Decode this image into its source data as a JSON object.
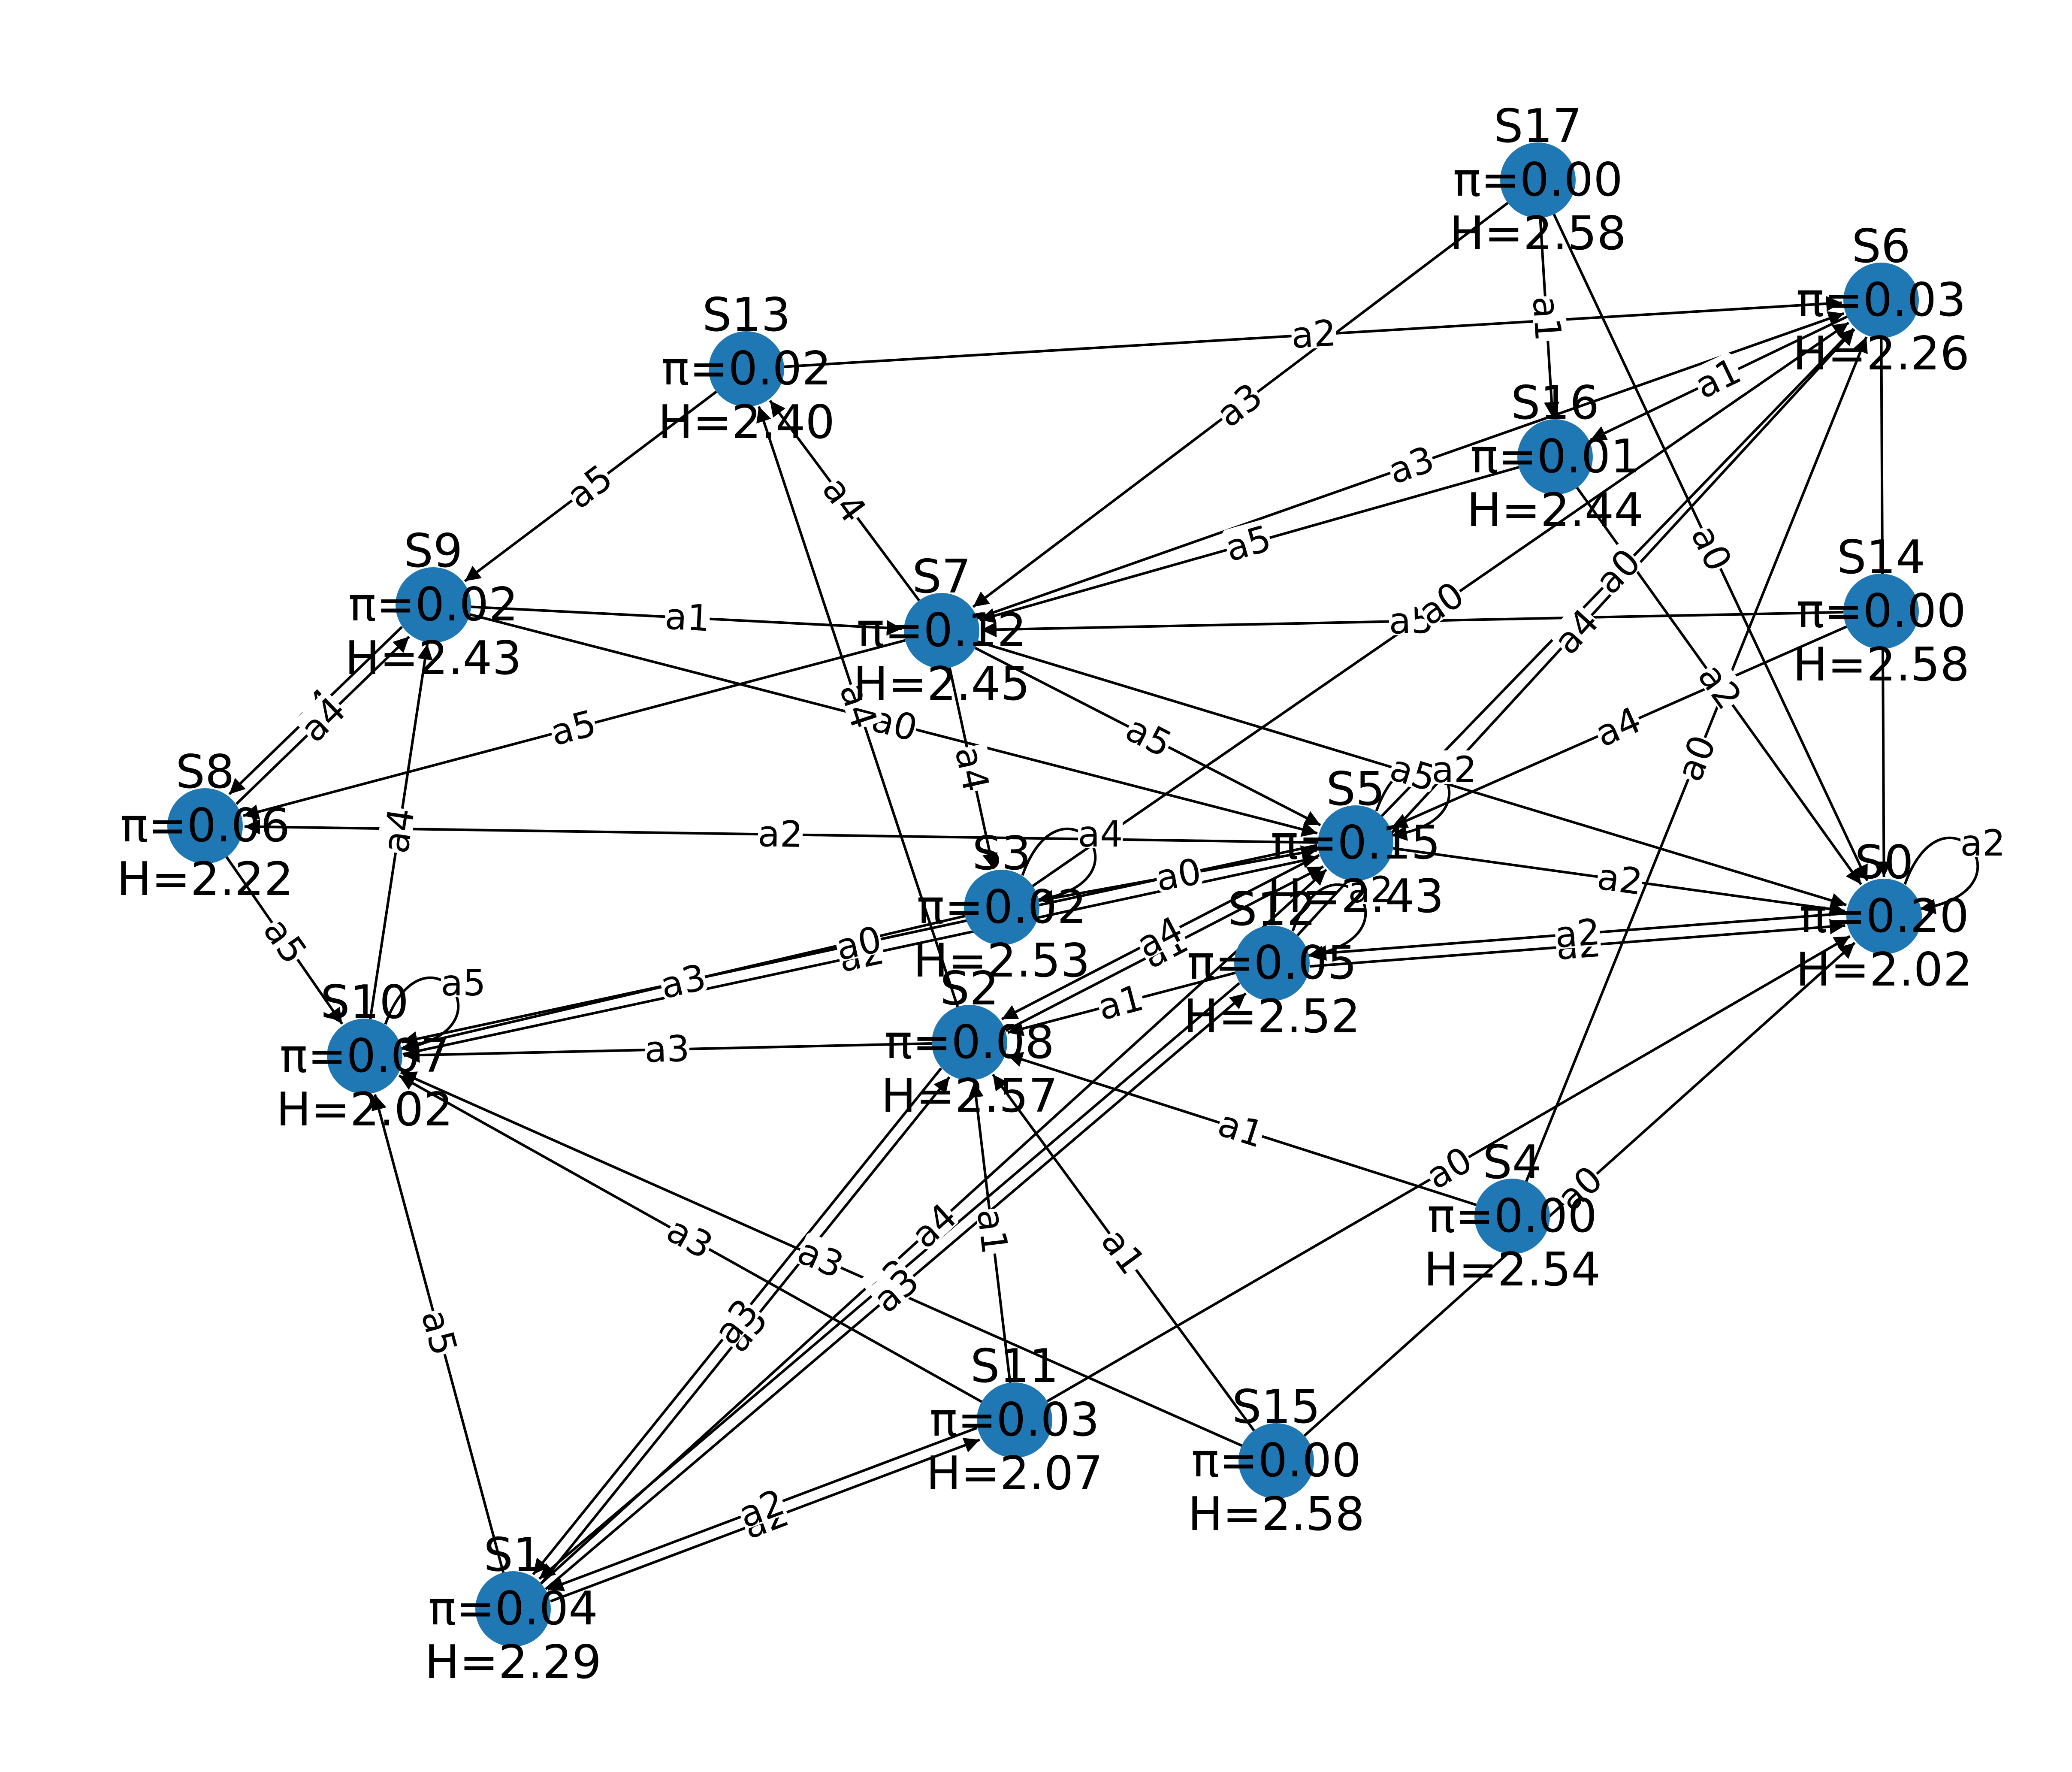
{
  "diagram": {
    "colors": {
      "node_fill": "#1f77b4",
      "edge": "#000000",
      "background": "#ffffff"
    },
    "nodes": [
      {
        "id": "S0",
        "name": "S0",
        "pi": "π=0.20",
        "h": "H=2.02"
      },
      {
        "id": "S1",
        "name": "S1",
        "pi": "π=0.04",
        "h": "H=2.29"
      },
      {
        "id": "S2",
        "name": "S2",
        "pi": "π=0.08",
        "h": "H=2.57"
      },
      {
        "id": "S3",
        "name": "S3",
        "pi": "π=0.02",
        "h": "H=2.53"
      },
      {
        "id": "S4",
        "name": "S4",
        "pi": "π=0.00",
        "h": "H=2.54"
      },
      {
        "id": "S5",
        "name": "S5",
        "pi": "π=0.15",
        "h": "H=2.43"
      },
      {
        "id": "S6",
        "name": "S6",
        "pi": "π=0.03",
        "h": "H=2.26"
      },
      {
        "id": "S7",
        "name": "S7",
        "pi": "π=0.12",
        "h": "H=2.45"
      },
      {
        "id": "S8",
        "name": "S8",
        "pi": "π=0.06",
        "h": "H=2.22"
      },
      {
        "id": "S9",
        "name": "S9",
        "pi": "π=0.02",
        "h": "H=2.43"
      },
      {
        "id": "S10",
        "name": "S10",
        "pi": "π=0.07",
        "h": "H=2.02"
      },
      {
        "id": "S11",
        "name": "S11",
        "pi": "π=0.03",
        "h": "H=2.07"
      },
      {
        "id": "S12",
        "name": "S12",
        "pi": "π=0.05",
        "h": "H=2.52"
      },
      {
        "id": "S13",
        "name": "S13",
        "pi": "π=0.02",
        "h": "H=2.40"
      },
      {
        "id": "S14",
        "name": "S14",
        "pi": "π=0.00",
        "h": "H=2.58"
      },
      {
        "id": "S15",
        "name": "S15",
        "pi": "π=0.00",
        "h": "H=2.58"
      },
      {
        "id": "S16",
        "name": "S16",
        "pi": "π=0.01",
        "h": "H=2.44"
      },
      {
        "id": "S17",
        "name": "S17",
        "pi": "π=0.00",
        "h": "H=2.58"
      }
    ],
    "edges": [
      {
        "from": "S13",
        "to": "S6",
        "label": "a2"
      },
      {
        "from": "S17",
        "to": "S7",
        "label": "a3"
      },
      {
        "from": "S17",
        "to": "S16",
        "label": "a1"
      },
      {
        "from": "S17",
        "to": "S0",
        "label": "a0"
      },
      {
        "from": "S16",
        "to": "S7",
        "label": "a5"
      },
      {
        "from": "S7",
        "to": "S6",
        "label": "a3"
      },
      {
        "from": "S6",
        "to": "S16",
        "label": "a1"
      },
      {
        "from": "S16",
        "to": "S0",
        "label": "a2"
      },
      {
        "from": "S6",
        "to": "S0",
        "label": "a2"
      },
      {
        "from": "S14",
        "to": "S5",
        "label": "a4"
      },
      {
        "from": "S14",
        "to": "S7",
        "label": "a5"
      },
      {
        "from": "S9",
        "to": "S7",
        "label": "a1"
      },
      {
        "from": "S9",
        "to": "S5",
        "label": "a0"
      },
      {
        "from": "S9",
        "to": "S8",
        "label": "a4"
      },
      {
        "from": "S8",
        "to": "S9",
        "label": "a4"
      },
      {
        "from": "S13",
        "to": "S9",
        "label": "a5"
      },
      {
        "from": "S7",
        "to": "S13",
        "label": "a4"
      },
      {
        "from": "S2",
        "to": "S13",
        "label": "a4"
      },
      {
        "from": "S7",
        "to": "S8",
        "label": "a5"
      },
      {
        "from": "S5",
        "to": "S8",
        "label": "a2"
      },
      {
        "from": "S7",
        "to": "S5",
        "label": "a5"
      },
      {
        "from": "S7",
        "to": "S0",
        "label": "a5"
      },
      {
        "from": "S7",
        "to": "S3",
        "label": "a4"
      },
      {
        "from": "S3",
        "to": "S6",
        "label": "a0"
      },
      {
        "from": "S5",
        "to": "S6",
        "label": "a0"
      },
      {
        "from": "S12",
        "to": "S6",
        "label": "a4"
      },
      {
        "from": "S4",
        "to": "S6",
        "label": "a0"
      },
      {
        "from": "S5",
        "to": "S0",
        "label": "a2"
      },
      {
        "from": "S12",
        "to": "S0",
        "label": "a2"
      },
      {
        "from": "S0",
        "to": "S12",
        "label": "a2"
      },
      {
        "from": "S10",
        "to": "S5",
        "label": "a2"
      },
      {
        "from": "S5",
        "to": "S10",
        "label": "a0"
      },
      {
        "from": "S3",
        "to": "S10",
        "label": "a3"
      },
      {
        "from": "S2",
        "to": "S10",
        "label": "a3"
      },
      {
        "from": "S8",
        "to": "S10",
        "label": "a5"
      },
      {
        "from": "S10",
        "to": "S9",
        "label": "a4"
      },
      {
        "from": "S1",
        "to": "S10",
        "label": "a5"
      },
      {
        "from": "S11",
        "to": "S10",
        "label": "a3"
      },
      {
        "from": "S15",
        "to": "S10",
        "label": "a3"
      },
      {
        "from": "S1",
        "to": "S11",
        "label": "a2"
      },
      {
        "from": "S11",
        "to": "S1",
        "label": "a2"
      },
      {
        "from": "S1",
        "to": "S2",
        "label": "a5"
      },
      {
        "from": "S2",
        "to": "S1",
        "label": "a3"
      },
      {
        "from": "S1",
        "to": "S5",
        "label": "a4"
      },
      {
        "from": "S12",
        "to": "S1",
        "label": "a3"
      },
      {
        "from": "S1",
        "to": "S12",
        "label": "a3"
      },
      {
        "from": "S11",
        "to": "S2",
        "label": "a1"
      },
      {
        "from": "S15",
        "to": "S2",
        "label": "a1"
      },
      {
        "from": "S4",
        "to": "S2",
        "label": "a1"
      },
      {
        "from": "S2",
        "to": "S5",
        "label": "a1"
      },
      {
        "from": "S12",
        "to": "S2",
        "label": "a1"
      },
      {
        "from": "S5",
        "to": "S2",
        "label": "a4"
      },
      {
        "from": "S11",
        "to": "S0",
        "label": "a0"
      },
      {
        "from": "S15",
        "to": "S0",
        "label": "a0"
      },
      {
        "from": "S3",
        "to": "S5",
        "label": "a0"
      }
    ],
    "self_loops": [
      {
        "node": "S0",
        "label": "a2"
      },
      {
        "node": "S5",
        "label": "a2"
      },
      {
        "node": "S3",
        "label": "a4"
      },
      {
        "node": "S10",
        "label": "a5"
      },
      {
        "node": "S12",
        "label": "a2"
      }
    ]
  }
}
